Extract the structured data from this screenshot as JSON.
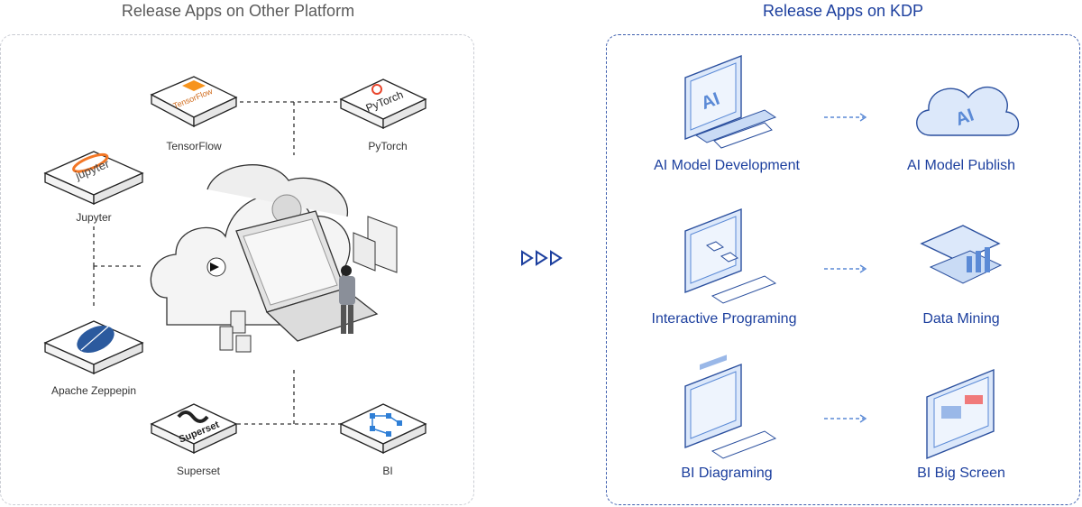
{
  "left_panel": {
    "title": "Release Apps on Other Platform",
    "platforms": [
      {
        "label": "TensorFlow",
        "logo_text": "TensorFlow"
      },
      {
        "label": "PyTorch",
        "logo_text": "PyTorch"
      },
      {
        "label": "Jupyter",
        "logo_text": "jupyter"
      },
      {
        "label": "Apache Zeppepin",
        "logo_text": ""
      },
      {
        "label": "Superset",
        "logo_text": "Superset"
      },
      {
        "label": "BI",
        "logo_text": ""
      }
    ]
  },
  "right_panel": {
    "title": "Release Apps on KDP",
    "rows": [
      {
        "left": "AI Model Development",
        "right": "AI Model Publish",
        "left_badge": "AI",
        "right_badge": "AI"
      },
      {
        "left": "Interactive Programing",
        "right": "Data Mining"
      },
      {
        "left": "BI Diagraming",
        "right": "BI Big Screen"
      }
    ]
  },
  "colors": {
    "accent_blue": "#1c3f9e",
    "dashed_gray": "#c9ccd3",
    "icon_blue": "#5b8ad6",
    "text_gray": "#5a5a5a"
  }
}
